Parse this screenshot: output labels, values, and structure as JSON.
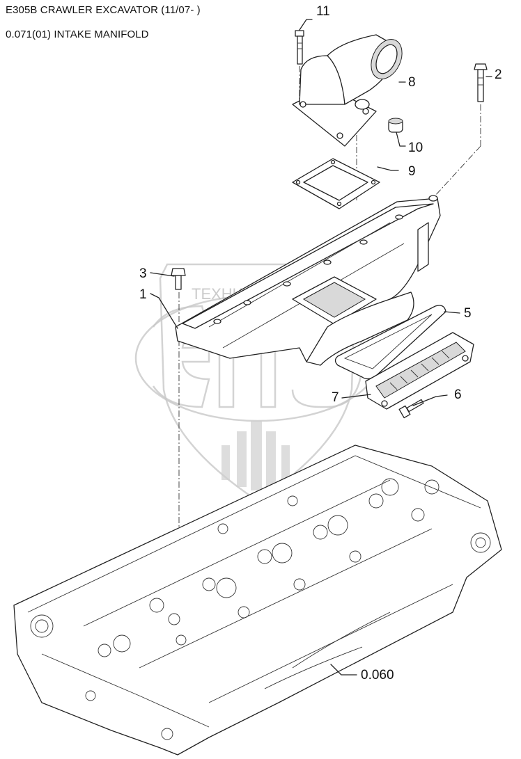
{
  "header": {
    "model": "E305B CRAWLER EXCAVATOR (11/07- )",
    "section": "0.071(01) INTAKE MANIFOLD"
  },
  "callouts": [
    {
      "id": "11",
      "label": "11"
    },
    {
      "id": "2",
      "label": "2"
    },
    {
      "id": "8",
      "label": "8"
    },
    {
      "id": "10",
      "label": "10"
    },
    {
      "id": "9",
      "label": "9"
    },
    {
      "id": "3",
      "label": "3"
    },
    {
      "id": "1",
      "label": "1"
    },
    {
      "id": "5",
      "label": "5"
    },
    {
      "id": "6",
      "label": "6"
    },
    {
      "id": "7",
      "label": "7"
    },
    {
      "id": "0.060",
      "label": "0.060"
    }
  ],
  "watermark": {
    "text": "ТЕХНИКА ЗАПЧАСТИ",
    "logo": "ЭПФ"
  }
}
